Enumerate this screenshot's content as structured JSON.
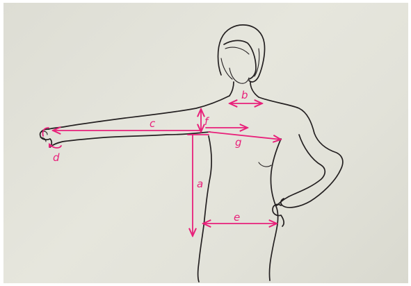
{
  "labels": {
    "a": "a",
    "b": "b",
    "c": "c",
    "d": "d",
    "e": "e",
    "f": "f",
    "g": "g"
  },
  "colors": {
    "ink": "#231f20",
    "measure": "#e8207a",
    "paper": "#e2e2d9"
  }
}
